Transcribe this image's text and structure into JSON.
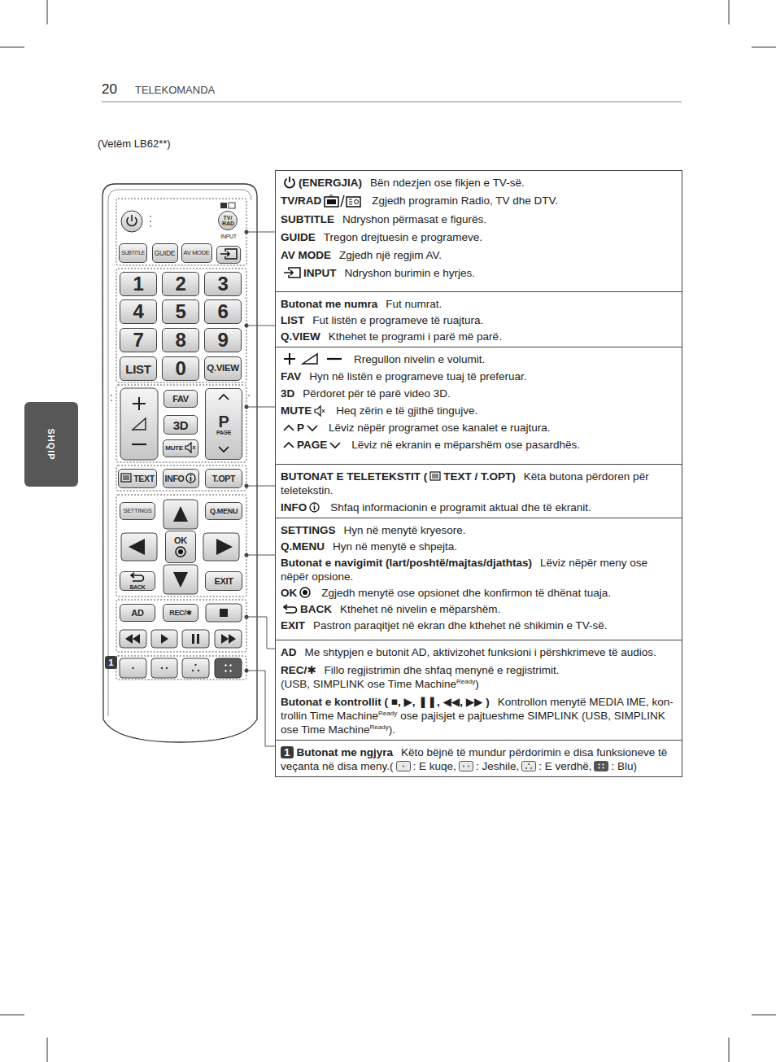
{
  "diagram": {
    "nodes": [
      {
        "text": [
          "TV/ RAD"
        ]
      },
      {
        "text": [
          "SUBTITLE"
        ]
      },
      {
        "text": [
          "GUIDE"
        ]
      },
      {
        "text": [
          "AV MODE"
        ]
      },
      {
        "text": [
          "INPUT"
        ]
      },
      {
        "text": [
          "1"
        ]
      },
      {
        "text": [
          "2"
        ]
      },
      {
        "text": [
          "3"
        ]
      },
      {
        "text": [
          "4"
        ]
      },
      {
        "text": [
          "5"
        ]
      },
      {
        "text": [
          "6"
        ]
      },
      {
        "text": [
          "7"
        ]
      },
      {
        "text": [
          "8"
        ]
      },
      {
        "text": [
          "9"
        ]
      },
      {
        "text": [
          "LIST"
        ]
      },
      {
        "text": [
          "0"
        ]
      },
      {
        "text": [
          "Q.VIEW"
        ]
      },
      {
        "text": [
          "FAV"
        ]
      },
      {
        "text": [
          "3D"
        ]
      },
      {
        "text": [
          "MUTE"
        ]
      },
      {
        "text": [
          "P",
          "PAGE"
        ]
      },
      {
        "text": [
          "TEXT"
        ]
      },
      {
        "text": [
          "INFO"
        ]
      },
      {
        "text": [
          "T.OPT"
        ]
      },
      {
        "text": [
          "SETTINGS"
        ]
      },
      {
        "text": [
          "Q.MENU"
        ]
      },
      {
        "text": [
          "OK"
        ]
      },
      {
        "text": [
          "BACK"
        ]
      },
      {
        "text": [
          "EXIT"
        ]
      },
      {
        "text": [
          "AD"
        ]
      },
      {
        "text": [
          "REC/✱"
        ]
      },
      {
        "text": [
          "(ENERGJIA)",
          "Bën ndezjen ose fikjen e TV-së.",
          "TV/RAD",
          "Zgjedh programin Radio, TV dhe DTV.",
          "SUBTITLE",
          "Ndryshon përmasat e figurës.",
          "GUIDE",
          "Tregon drejtuesin e programeve.",
          "AV MODE",
          "Zgjedh një regjim AV.",
          "INPUT",
          "Ndryshon burimin e hyrjes."
        ]
      },
      {
        "text": [
          "Butonat me numra",
          "Fut numrat.",
          "LIST",
          "Fut listën e programeve të ruajtura.",
          "Q.VIEW",
          "Kthehet te programi i parë më parë."
        ]
      },
      {
        "text": [
          "Rregullon nivelin e volumit.",
          "FAV",
          "Hyn në listën e programeve tuaj të preferuar.",
          "3D",
          "Përdoret për të parë video 3D.",
          "MUTE",
          "Heq zërin e të gjithë tingujve.",
          "P",
          "Lëviz nëpër programet ose kanalet e ruajtura.",
          "PAGE",
          "Lëviz në ekranin e mëparshëm ose pasardhës."
        ]
      },
      {
        "text": [
          "BUTONAT E TELETEKSTIT (",
          "TEXT / T.OPT)",
          "Këta butona përdoren për teletekstin.",
          "INFO",
          "Shfaq informacionin e programit aktual dhe të ekranit."
        ]
      },
      {
        "text": [
          "SETTINGS",
          "Hyn në menytë kryesore.",
          "Q.MENU",
          "Hyn në menytë e shpejta.",
          "Butonat e navigimit (lart/poshtë/majtas/djathtas)",
          "Lëviz nëpër meny ose nëpër opsione.",
          "OK",
          "Zgjedh menytë ose opsionet dhe konfirmon të dhënat tuaja.",
          "BACK",
          "Kthehet në nivelin e mëparshëm.",
          "EXIT",
          "Pastron paraqitjet në ekran dhe kthehet në shikimin e TV-së."
        ]
      },
      {
        "text": [
          "AD",
          "Me shtypjen e butonit AD, aktivizohet funksioni i përshkrimeve të audios.",
          "REC/✱",
          "Fillo regjistrimin dhe shfaq menynë e regjistrimit.",
          "(USB, SIMPLINK ose Time Machine",
          "Ready",
          ")",
          "Butonat e kontrollit ( ■, ▶, ❚❚, ◀◀, ▶▶ )",
          "Kontrollon menytë MEDIA IME, kon-trollin Time Machine",
          "Ready",
          "ose pajisjet e pajtueshme SIMPLINK (USB, SIMPLINK ose Time Machine",
          "Ready",
          ")."
        ]
      },
      {
        "text": [
          "1",
          "Butonat me ngjyra",
          "Këto bëjnë të mundur përdorimin e disa funksioneve të veçanta në disa meny.(",
          ": E kuqe,",
          ": Jeshile,",
          ": E verdhë,",
          ": Blu)"
        ]
      }
    ],
    "labels": [
      "20",
      "TELEKOMANDA",
      "(Vetëm LB62**)",
      "SHQIP",
      "1"
    ]
  }
}
